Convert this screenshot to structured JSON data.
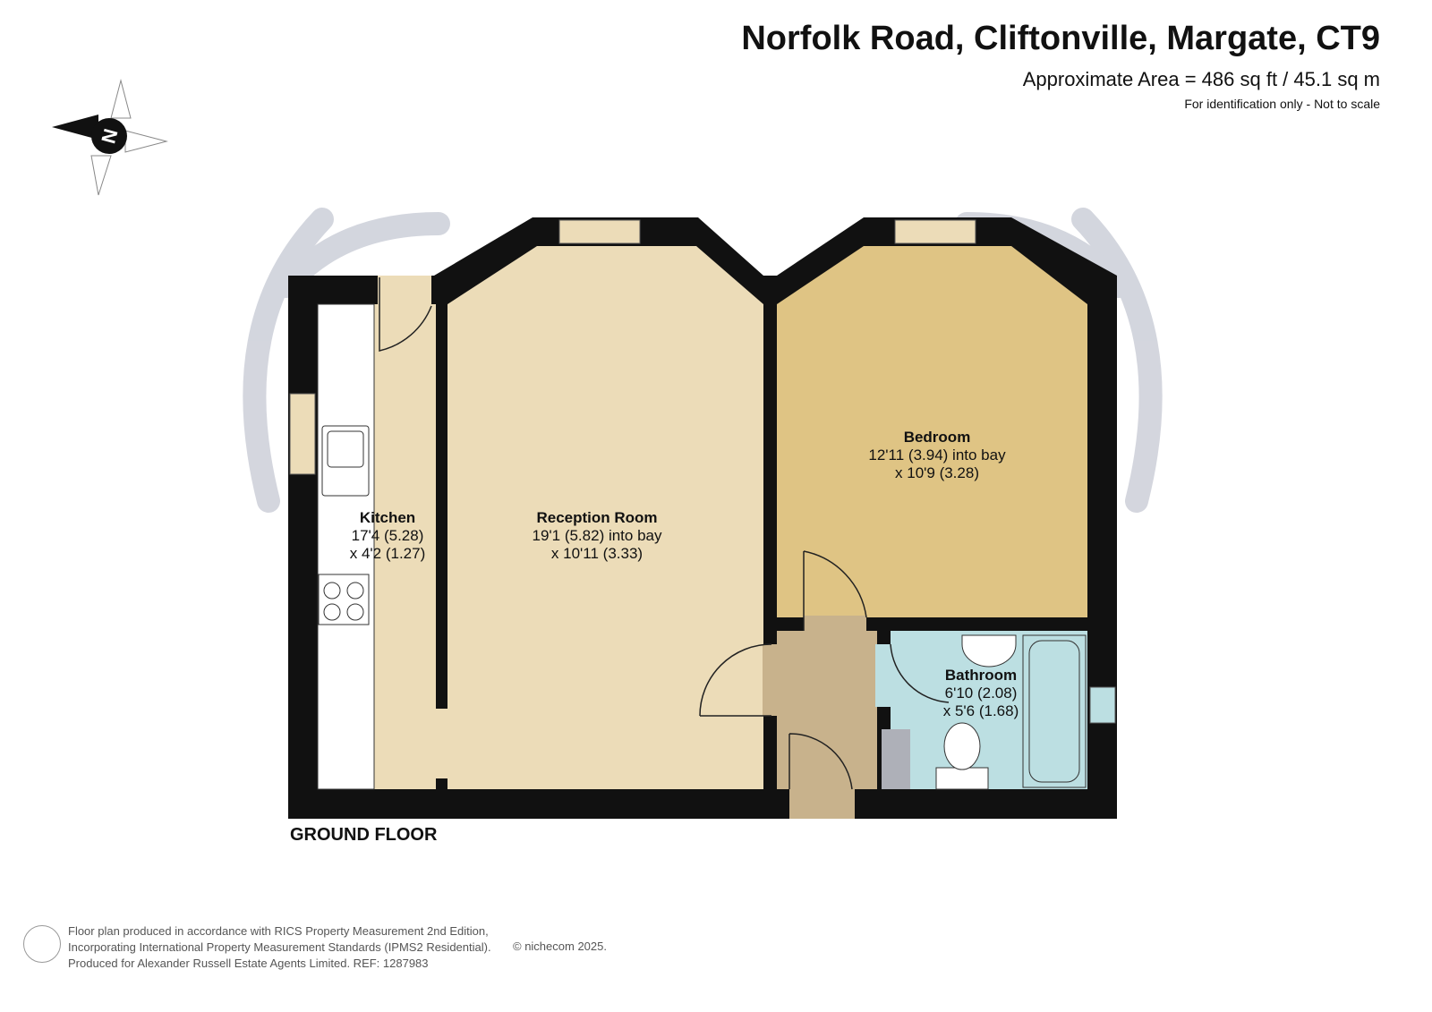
{
  "header": {
    "title": "Norfolk Road, Cliftonville, Margate, CT9",
    "area": "Approximate Area = 486 sq ft / 45.1 sq m",
    "note": "For identification only - Not to scale"
  },
  "compass": {
    "letter": "N"
  },
  "floor_label": "GROUND FLOOR",
  "rooms": {
    "kitchen": {
      "name": "Kitchen",
      "dim1": "17'4 (5.28)",
      "dim2": "x 4'2 (1.27)"
    },
    "reception": {
      "name": "Reception Room",
      "dim1": "19'1 (5.82) into bay",
      "dim2": "x 10'11 (3.33)"
    },
    "bedroom": {
      "name": "Bedroom",
      "dim1": "12'11 (3.94) into bay",
      "dim2": "x 10'9 (3.28)"
    },
    "bathroom": {
      "name": "Bathroom",
      "dim1": "6'10 (2.08)",
      "dim2": "x 5'6 (1.68)"
    }
  },
  "footer": {
    "line1": "Floor plan produced in accordance with RICS Property Measurement 2nd Edition,",
    "line2": "Incorporating International Property Measurement Standards (IPMS2 Residential).",
    "line3": "Produced for Alexander Russell Estate Agents Limited.   REF: 1287983",
    "copyright": "© nichecom 2025."
  },
  "colors": {
    "wall": "#111111",
    "floor": "#ecdcb8",
    "bedroom": "#dfc484",
    "hall": "#c8b28c",
    "bathroom": "#bcdfe2"
  }
}
